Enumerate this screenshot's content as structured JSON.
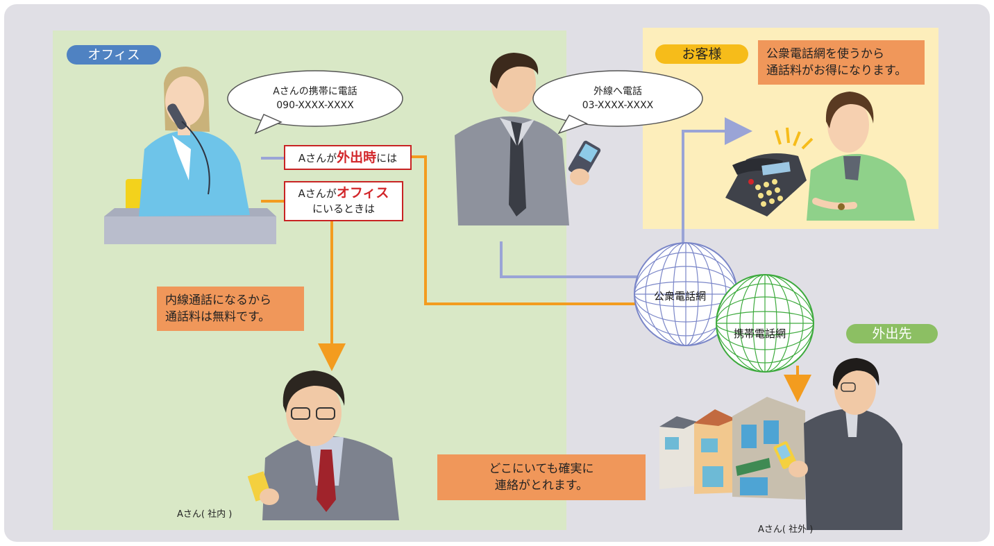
{
  "zones": {
    "office": "オフィス",
    "customer": "お客様",
    "outside": "外出先"
  },
  "bubbles": {
    "receptionist_line1": "Aさんの携帯に電話",
    "receptionist_line2": "090-XXXX-XXXX",
    "caller_line1": "外線へ電話",
    "caller_line2": "03-XXXX-XXXX"
  },
  "conditions": {
    "out_prefix": "Aさんが",
    "out_highlight": "外出時",
    "out_suffix": "には",
    "in_prefix": "Aさんが",
    "in_highlight": "オフィス",
    "in_line2": "にいるときは"
  },
  "notes": {
    "customer_line1": "公衆電話網を使うから",
    "customer_line2": "通話料がお得になります。",
    "extension_line1": "内線通話になるから",
    "extension_line2": "通話料は無料です。",
    "anywhere_line1": "どこにいても確実に",
    "anywhere_line2": "連絡がとれます。"
  },
  "networks": {
    "public": "公衆電話網",
    "mobile": "携帯電話網"
  },
  "labels": {
    "a_inside": "Aさん( 社内 )",
    "a_outside": "Aさん( 社外 )"
  },
  "colors": {
    "office_bg": "#d9e8c6",
    "customer_bg": "#fdeebb",
    "frame_bg": "#e0dfe5",
    "orange_line": "#f39c1f",
    "blue_line": "#9aa4d6",
    "red_accent": "#d2262a"
  }
}
